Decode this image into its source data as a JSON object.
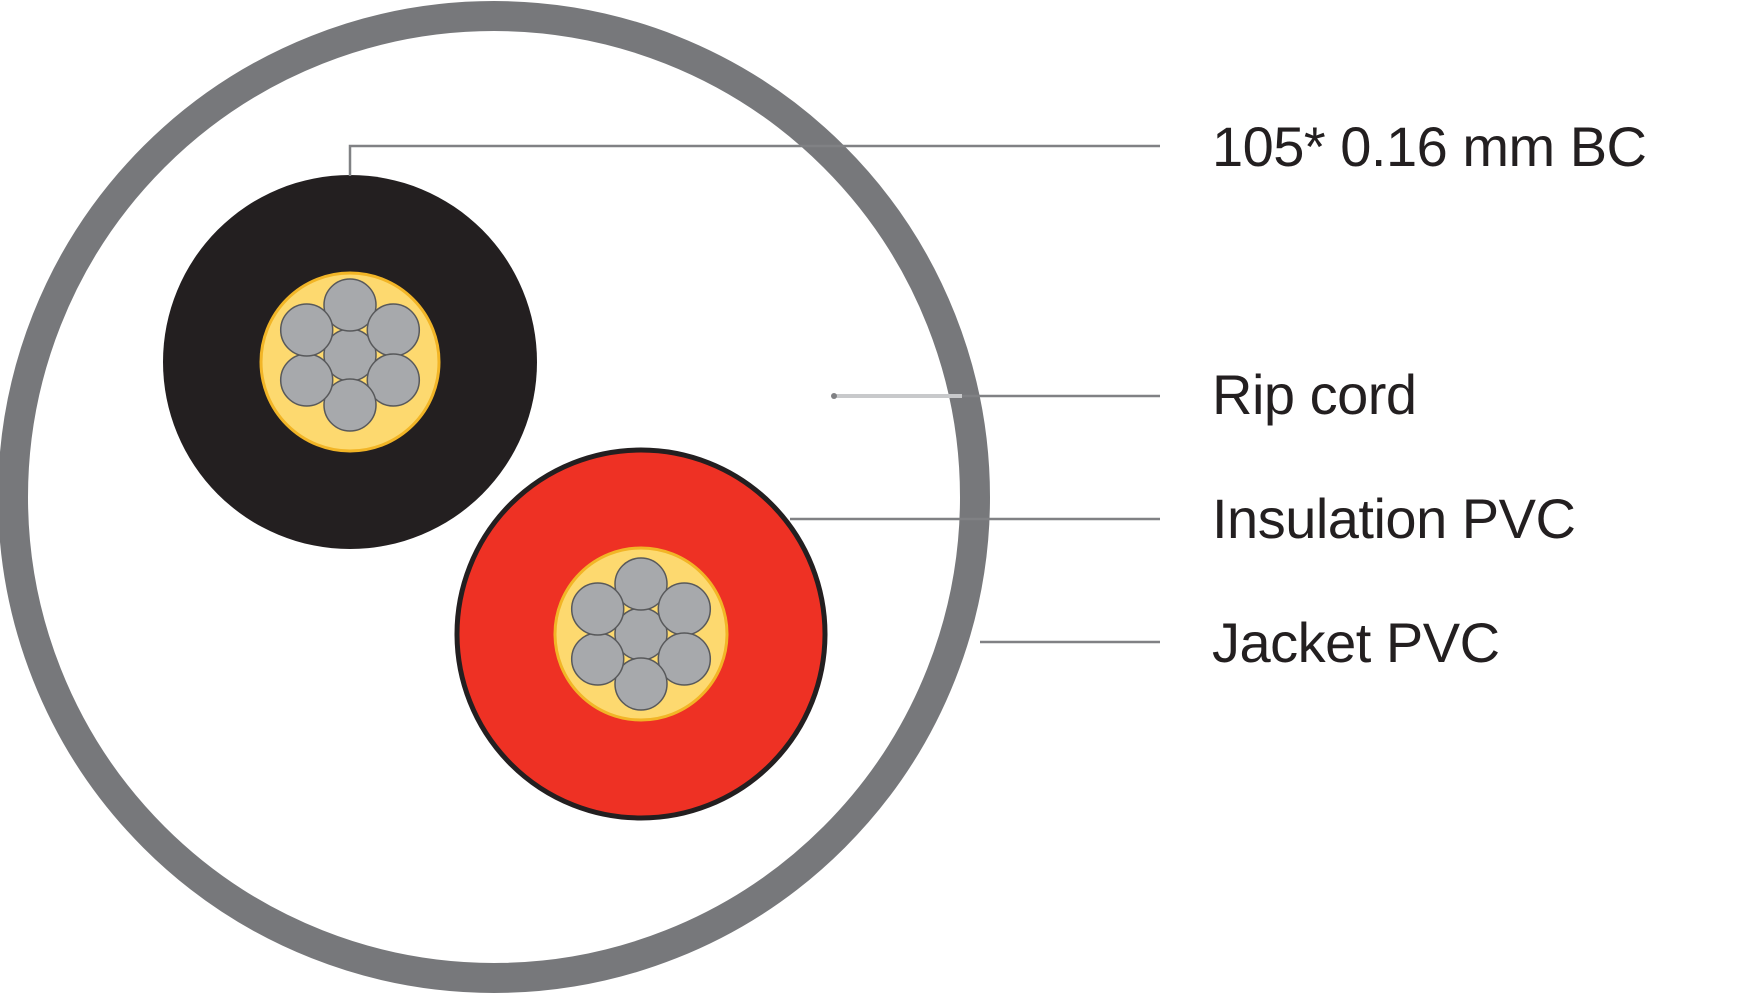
{
  "labels": {
    "conductor": "105* 0.16 mm BC",
    "rip_cord": "Rip cord",
    "insulation": "Insulation PVC",
    "jacket": "Jacket PVC"
  },
  "colors": {
    "jacket_ring": "#77787b",
    "jacket_fill": "#ffffff",
    "core_black": "#231f20",
    "core_red": "#ee3124",
    "conductor_fill": "#fdd96f",
    "conductor_edge": "#f2b526",
    "strand_fill": "#a7a9ac",
    "strand_edge": "#58595b",
    "leader_line": "#808184",
    "label_text": "#231f20"
  },
  "icons": {
    "cable": "cable-cross-section-icon"
  }
}
